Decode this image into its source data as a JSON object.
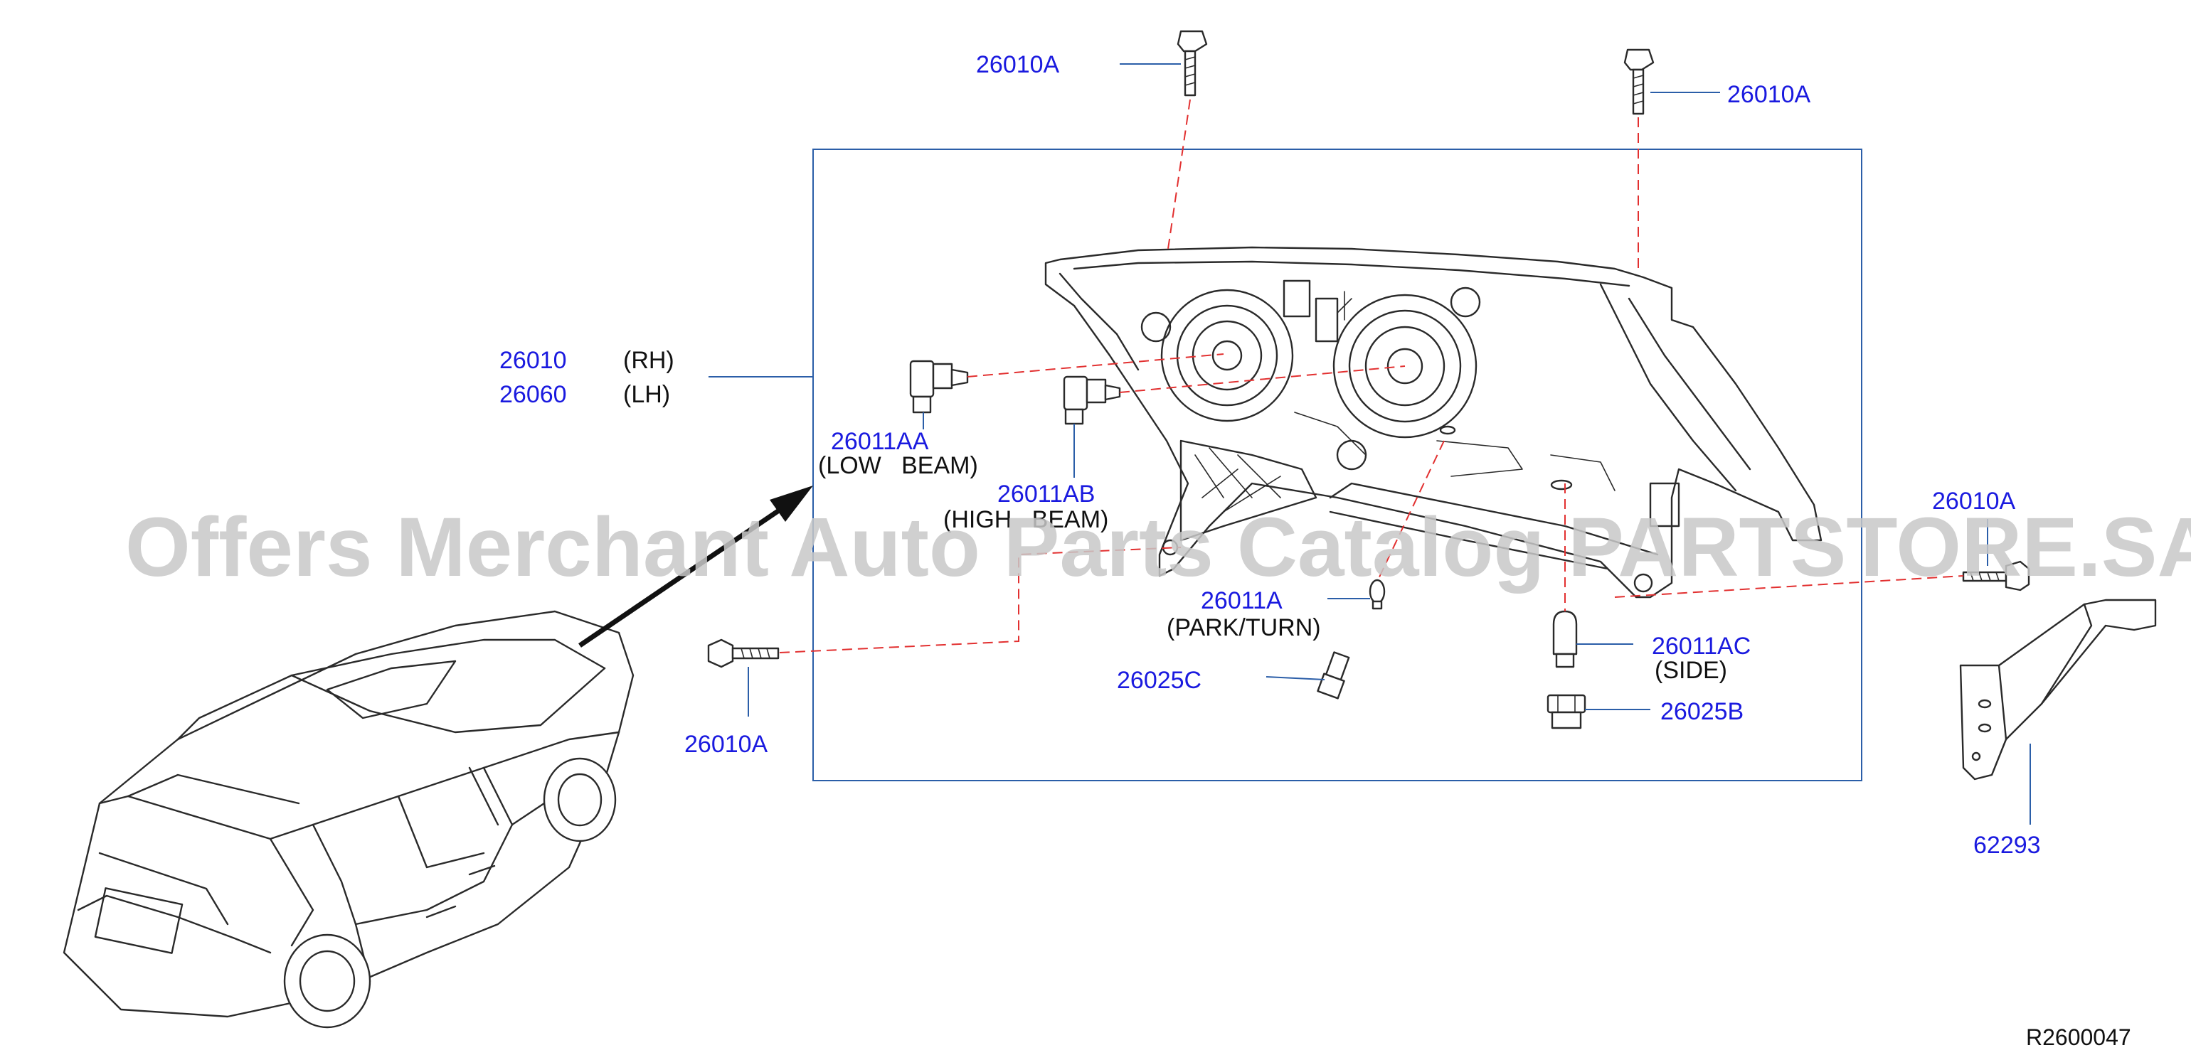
{
  "diagram": {
    "ref_code": "R2600047",
    "watermark": "Offers Merchant Auto Parts Catalog PARTSTORE.SA",
    "assembly": {
      "rh_number": "26010",
      "rh_label": "(RH)",
      "lh_number": "26060",
      "lh_label": "(LH)"
    },
    "callouts": {
      "bolt_top_left": "26010A",
      "bolt_top_right": "26010A",
      "bolt_left": "26010A",
      "bolt_right": "26010A",
      "low_beam_bulb": "26011AA",
      "low_beam_desc": "(LOW   BEAM)",
      "high_beam_bulb": "26011AB",
      "high_beam_desc": "(HIGH   BEAM)",
      "park_turn_bulb": "26011A",
      "park_turn_desc": "(PARK/TURN)",
      "park_socket": "26025C",
      "side_bulb": "26011AC",
      "side_desc": "(SIDE)",
      "side_socket": "26025B",
      "bracket": "62293"
    },
    "colors": {
      "part_number": "#1a1adf",
      "leader_line": "#2b5ea8",
      "dashed_line": "#e23030",
      "drawing_ink": "#2a2a2a",
      "watermark": "#c8c8c8"
    }
  }
}
